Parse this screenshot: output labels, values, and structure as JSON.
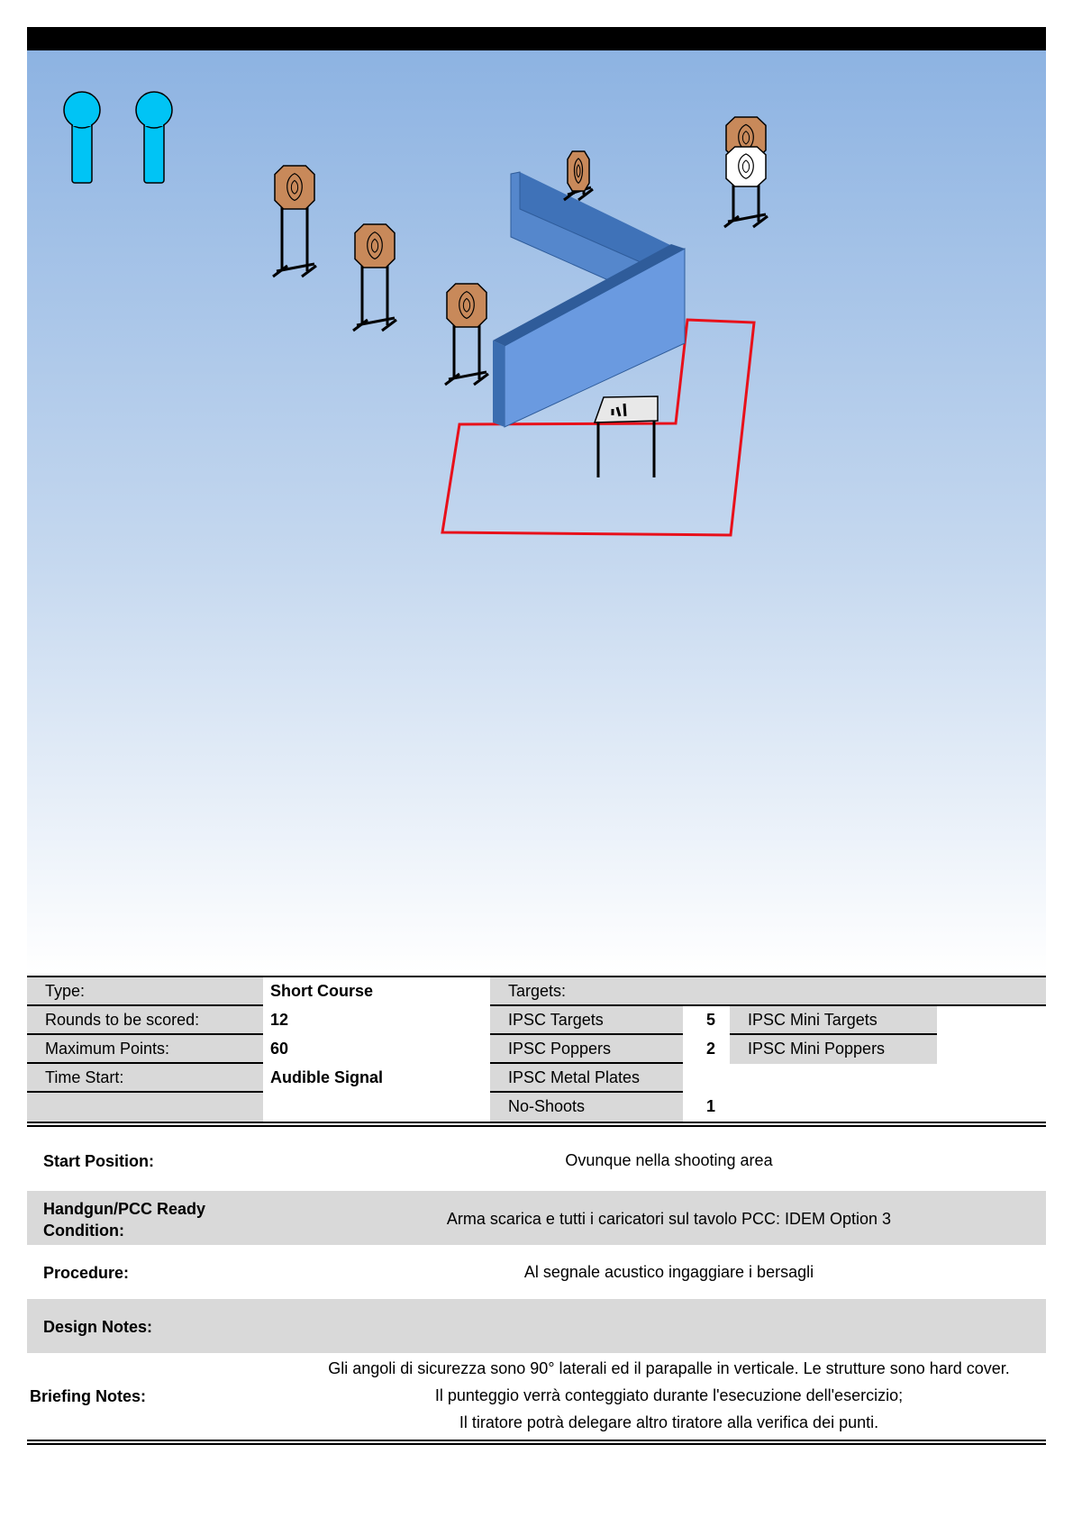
{
  "table": {
    "type_label": "Type:",
    "type_value": "Short Course",
    "rounds_label": "Rounds to be scored:",
    "rounds_value": "12",
    "points_label": "Maximum Points:",
    "points_value": "60",
    "time_label": "Time Start:",
    "time_value": "Audible Signal",
    "targets_label": "Targets:",
    "ipsc_targets_label": "IPSC Targets",
    "ipsc_targets_value": "5",
    "ipsc_poppers_label": "IPSC Poppers",
    "ipsc_poppers_value": "2",
    "ipsc_metal_label": "IPSC Metal Plates",
    "ipsc_metal_value": "",
    "no_shoots_label": "No-Shoots",
    "no_shoots_value": "1",
    "mini_targets_label": "IPSC Mini Targets",
    "mini_poppers_label": "IPSC Mini Poppers"
  },
  "notes": {
    "start_label": "Start Position:",
    "start_value": "Ovunque nella shooting area",
    "ready_label_1": "Handgun/PCC Ready",
    "ready_label_2": "Condition:",
    "ready_value": "Arma scarica e tutti i caricatori sul tavolo PCC: IDEM Option 3",
    "procedure_label": "Procedure:",
    "procedure_value": "Al segnale acustico ingaggiare i bersagli",
    "design_label": "Design Notes:",
    "briefing_label": "Briefing Notes:",
    "briefing_line_1": "Gli angoli di sicurezza sono 90° laterali ed il parapalle in verticale. Le strutture sono hard cover.",
    "briefing_line_2": "Il punteggio verrà conteggiato durante l'esecuzione dell'esercizio;",
    "briefing_line_3": "Il tiratore potrà delegare altro tiratore alla verifica dei punti."
  },
  "colors": {
    "popper": "#00c4f5",
    "target": "#c8895a",
    "no_shoot": "#ffffff",
    "wall": "#5b8fd6",
    "fault_line": "#e8101a"
  }
}
